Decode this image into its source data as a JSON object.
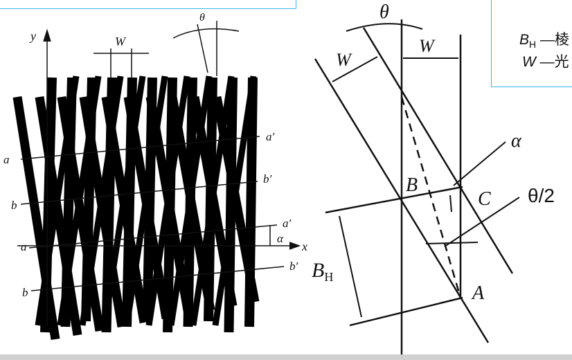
{
  "left_figure": {
    "axis_y": "y",
    "axis_x": "x",
    "width_label": "W",
    "angle_label": "θ",
    "line_a": "a",
    "line_a_prime": "a′",
    "line_b": "b",
    "line_b_prime": "b′",
    "alpha": "α"
  },
  "right_figure": {
    "theta": "θ",
    "width_left": "W",
    "width_right": "W",
    "point_b": "B",
    "point_c": "C",
    "point_a": "A",
    "alpha": "α",
    "half_theta": "θ/2",
    "bh_main": "B",
    "bh_sub": "H"
  },
  "legend": {
    "bh_symbol": "B",
    "bh_sub": "H",
    "bh_desc": " —棱",
    "w_symbol": "W",
    "w_desc": " —光"
  }
}
